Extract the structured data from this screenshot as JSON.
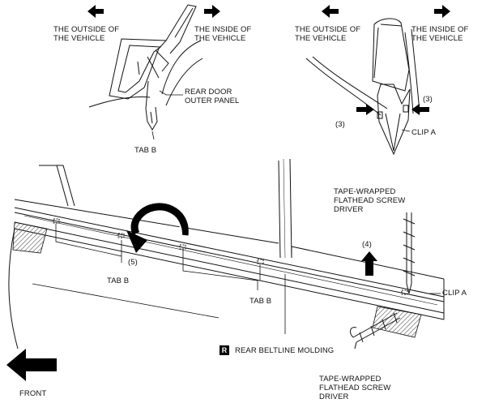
{
  "labels": {
    "outside_left": "THE OUTSIDE OF\nTHE VEHICLE",
    "inside_left": "THE INSIDE OF\nTHE VEHICLE",
    "outside_right": "THE OUTSIDE OF\nTHE VEHICLE",
    "inside_right": "THE INSIDE OF\nTHE VEHICLE",
    "rear_door_outer_panel": "REAR DOOR\nOUTER PANEL",
    "tab_b_top": "TAB B",
    "step3_left": "(3)",
    "step3_right": "(3)",
    "clip_a_top": "CLIP A",
    "screwdriver_top": "TAPE-WRAPPED\nFLATHEAD SCREW\nDRIVER",
    "step4": "(4)",
    "step5": "(5)",
    "tab_b_left": "TAB B",
    "tab_b_mid": "TAB B",
    "clip_a_bottom": "CLIP A",
    "replace_badge": "R",
    "rear_beltline_molding": "REAR BELTLINE MOLDING",
    "screwdriver_bottom": "TAPE-WRAPPED\nFLATHEAD SCREW\nDRIVER",
    "front": "FRONT"
  },
  "icons": [
    "arrow-left-icon",
    "arrow-right-icon",
    "rotate-arrow-icon",
    "arrow-up-icon",
    "screwdriver-icon"
  ],
  "colors": {
    "ink": "#111111",
    "hatch": "#555555"
  }
}
